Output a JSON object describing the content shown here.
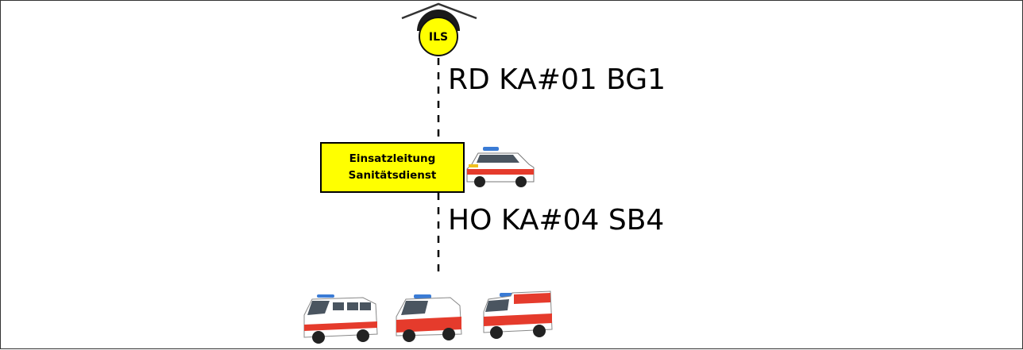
{
  "control_center": {
    "label": "ILS",
    "icon": "dispatch-center-icon",
    "color": "#ffff00"
  },
  "radio_links": {
    "upper": "RD KA#01 BG1",
    "lower": "HO KA#04 SB4"
  },
  "command_unit": {
    "line1": "Einsatzleitung",
    "line2": "Sanitätsdienst",
    "box_color": "#ffff00",
    "vehicle_icon": "command-car-icon"
  },
  "vehicles": [
    "transport-van-icon",
    "ambulance-van-icon",
    "box-ambulance-icon"
  ]
}
